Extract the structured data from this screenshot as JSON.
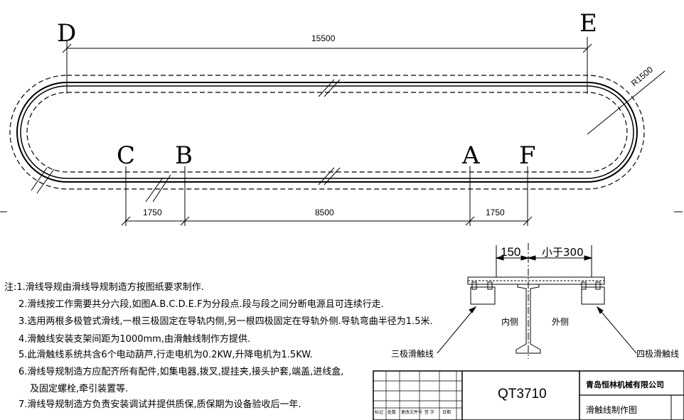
{
  "plan": {
    "points": {
      "D": "D",
      "E": "E",
      "C": "C",
      "B": "B",
      "A": "A",
      "F": "F"
    },
    "dim_top": "15500",
    "dim_bottom_left": "1750",
    "dim_bottom_mid": "8500",
    "dim_bottom_right": "1750",
    "radius": "R1500"
  },
  "section": {
    "dim_left": "150",
    "dim_right": "小于300",
    "inner_label": "内侧",
    "outer_label": "外侧",
    "left_callout": "三极滑触线",
    "right_callout": "四极滑触线"
  },
  "notes": [
    "注:1.滑线导规由滑线导规制造方按图纸要求制作.",
    "2.滑线按工作需要共分六段,如图A.B.C.D.E.F为分段点.段与段之间分断电源且可连续行走.",
    "3.选用两根多极管式滑线,一根三极固定在导轨内侧,另一根四极固定在导轨外侧.导轨弯曲半径为1.5米.",
    "4.滑触线安装支架间距为1000mm,由滑触线制作方提供.",
    "5.此滑触线系统共含6个电动葫芦,行走电机为0.2KW,升降电机为1.5KW.",
    "6.滑线导规制造方应配齐所有配件,如集电器,拨叉,提挂夹,接头护套,端盖,进线盒,",
    "及固定螺栓,牵引装置等.",
    "7.滑线导规制造方负责安装调试并提供质保,质保期为设备验收后一年."
  ],
  "title_block": {
    "drawing_no": "QT3710",
    "company": "青岛恒林机械有限公司",
    "drawing_title": "滑触线制作图",
    "hdr_mark": "标记",
    "hdr_count": "处数",
    "hdr_change": "更改文件号",
    "hdr_sign": "签 字",
    "hdr_date": "日期"
  }
}
